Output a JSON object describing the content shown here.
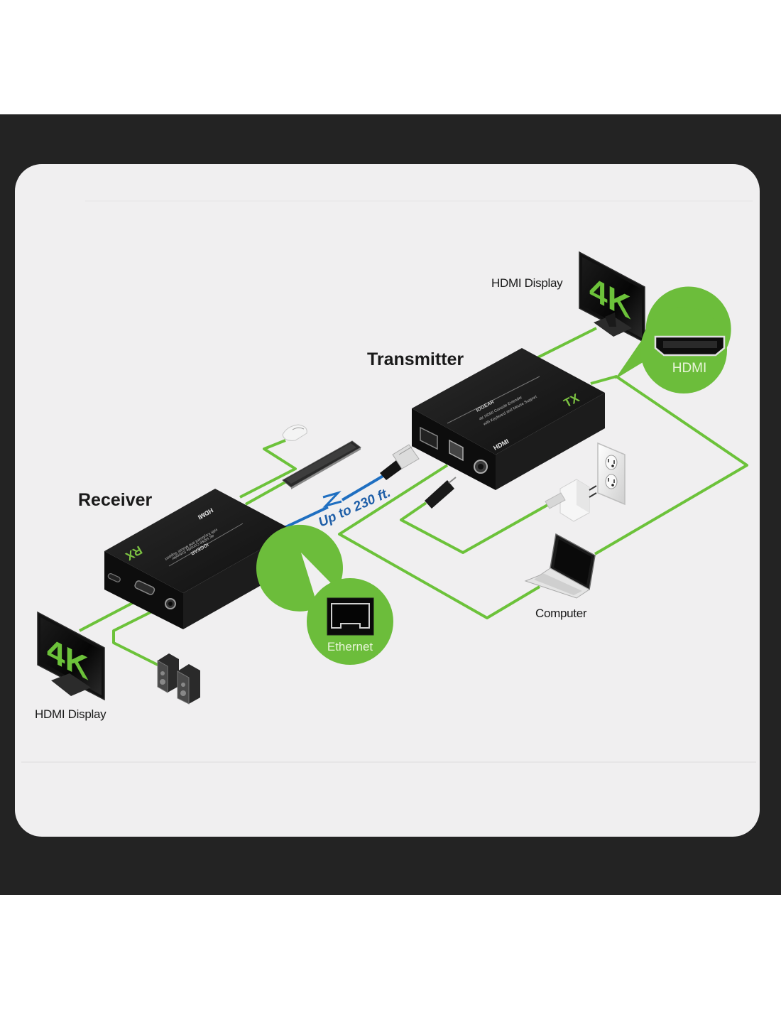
{
  "colors": {
    "frame": "#232323",
    "card": "#f0eff0",
    "cable_green": "#6cc23a",
    "cable_blue": "#1f6fc1",
    "device_black": "#151515",
    "label_text": "#1a1a1a",
    "distance_text": "#1f5fa8"
  },
  "labels": {
    "transmitter": "Transmitter",
    "receiver": "Receiver",
    "hdmi_display_tx": "HDMI Display",
    "hdmi_display_rx": "HDMI Display",
    "computer": "Computer",
    "distance": "Up to 230 ft."
  },
  "callouts": {
    "hdmi": {
      "label": "HDMI",
      "icon": "hdmi-port-icon"
    },
    "ethernet": {
      "label": "Ethernet",
      "icon": "rj45-port-icon"
    }
  },
  "devices": {
    "tx": {
      "code": "TX",
      "brand": "IOGEAR",
      "title": "4K HDMI Console Extender",
      "subtitle": "with Keyboard and Mouse Support",
      "port_label": "HDMI"
    },
    "rx": {
      "code": "RX",
      "brand": "IOGEAR",
      "title": "4K HDMI Console Extender",
      "subtitle": "with Keyboard and Mouse Support",
      "port_label": "HDMI"
    }
  },
  "displays": {
    "tx_screen": "4K",
    "rx_screen": "4K"
  },
  "peripherals": [
    "mouse",
    "keyboard",
    "speakers",
    "power-adapter",
    "wall-outlet",
    "laptop"
  ]
}
